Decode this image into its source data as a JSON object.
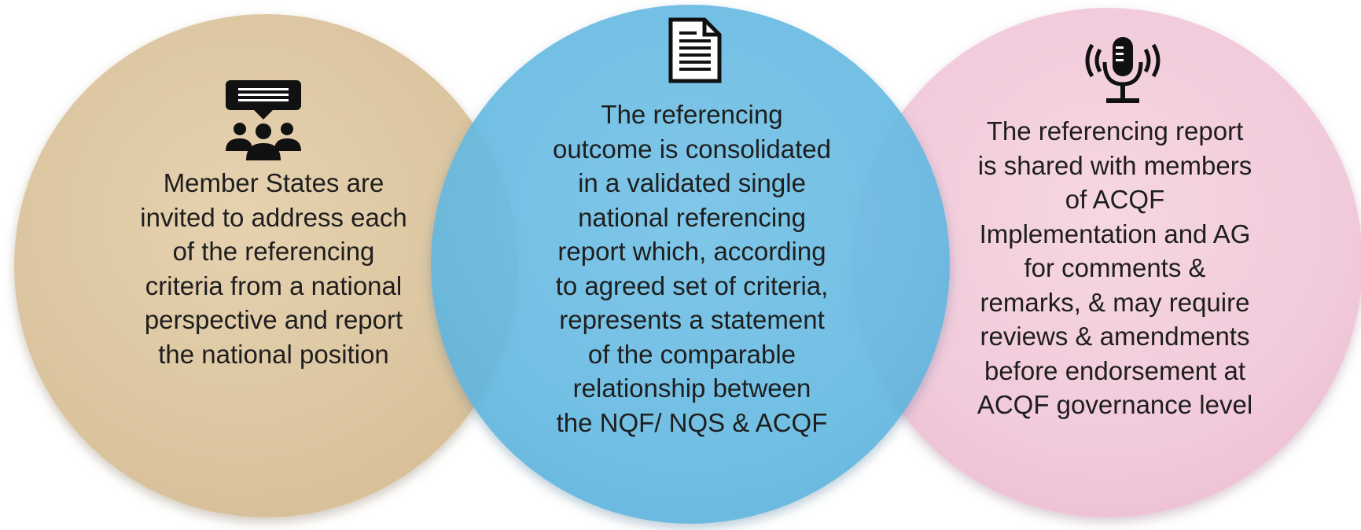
{
  "circles": [
    {
      "icon": "meeting-chat-icon",
      "color": "#dcc6a1",
      "text": [
        "Member States are",
        "invited to address each",
        "of the referencing",
        "criteria from a national",
        "perspective and  report",
        "the  national position"
      ]
    },
    {
      "icon": "document-icon",
      "color": "#62b8e1",
      "text": [
        "The referencing",
        "outcome is consolidated",
        "in a validated single",
        "national referencing",
        "report which, according",
        "to agreed set of criteria,",
        "represents a statement",
        "of  the comparable",
        "relationship between",
        "the NQF/ NQS & ACQF"
      ]
    },
    {
      "icon": "microphone-icon",
      "color": "#f1cadb",
      "text": [
        "The referencing report",
        "is  shared with members",
        "of ACQF",
        "Implementation and AG",
        "for comments &",
        "remarks, & may require",
        "reviews & amendments",
        "before endorsement at",
        "ACQF governance level"
      ]
    }
  ]
}
